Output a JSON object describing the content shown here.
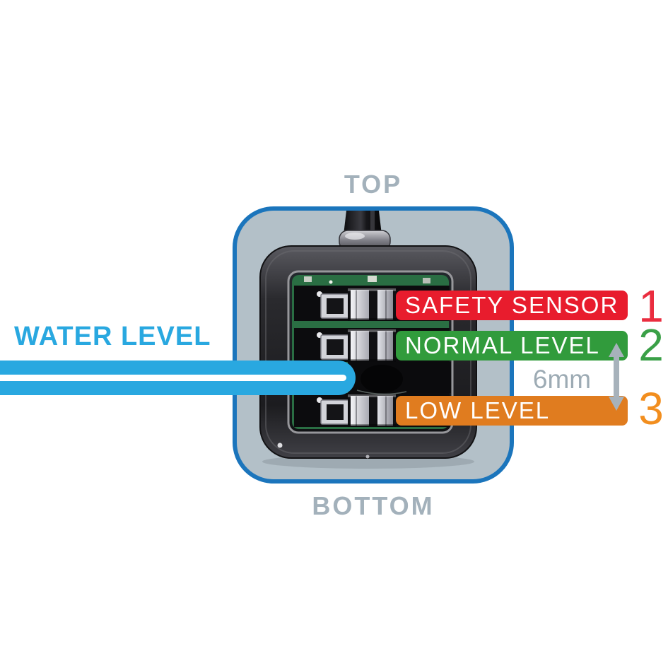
{
  "diagram": {
    "top_label": "TOP",
    "bottom_label": "BOTTOM",
    "water_level_label": "WATER LEVEL",
    "measurement": "6mm",
    "sensor_labels": [
      {
        "text": "SAFETY SENSOR",
        "number": "1"
      },
      {
        "text": "NORMAL LEVEL",
        "number": "2"
      },
      {
        "text": "LOW LEVEL",
        "number": "3"
      }
    ]
  },
  "colors": {
    "red": "#e81c2d",
    "green": "#319b3c",
    "orange": "#e07c1f",
    "number-red": "#ea2d3f",
    "number-green": "#3aa047",
    "number-orange": "#f28e1e",
    "water-blue": "#29a8e0",
    "frame-border-blue": "#1b75bc",
    "frame-fill": "#b3c0c8",
    "muted-text": "#a3b1bb",
    "measure-gray": "#9dabb4",
    "arrow-gray": "#a7b2bb"
  }
}
